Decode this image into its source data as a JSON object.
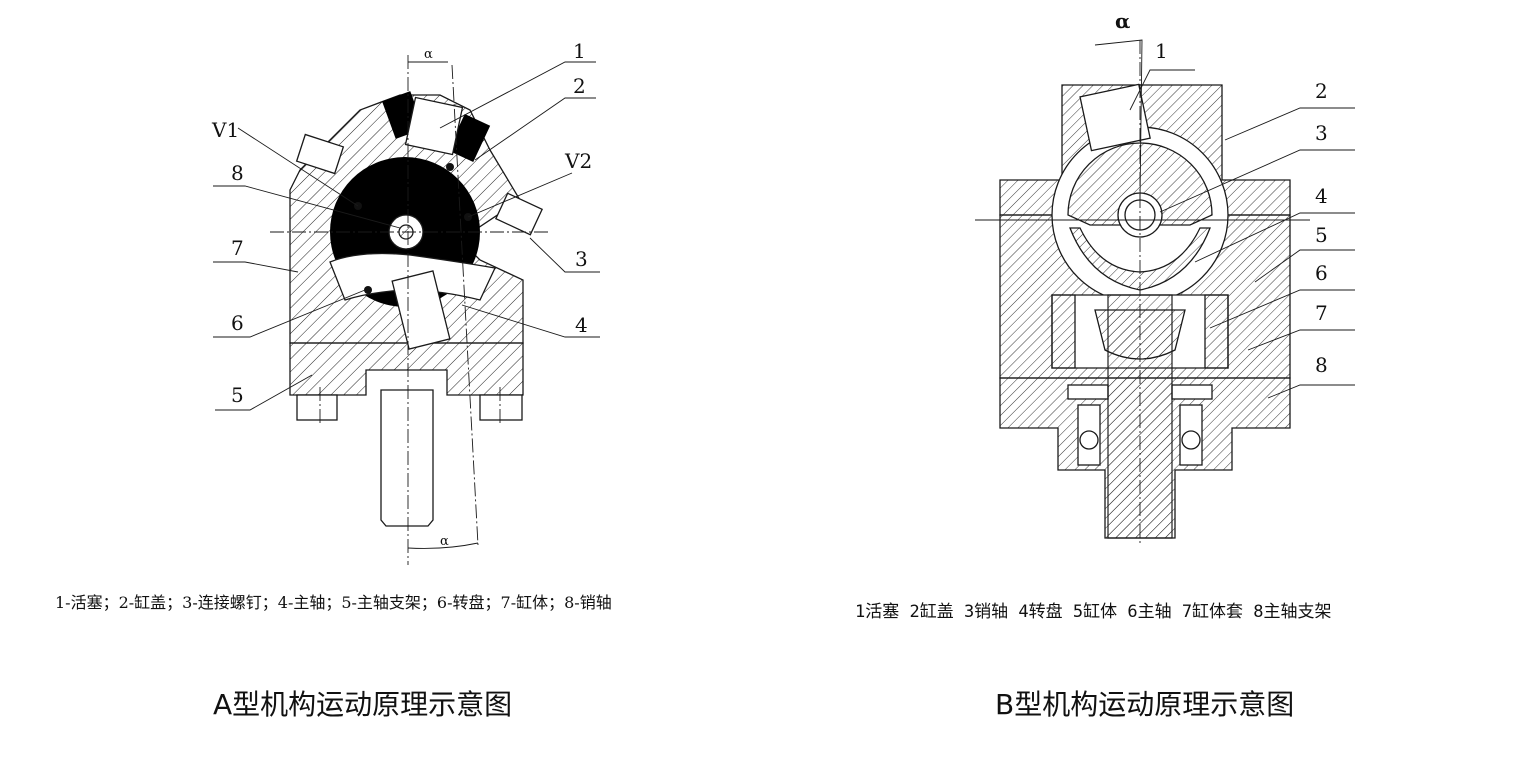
{
  "diagram_a": {
    "part_labels": [
      "1",
      "2",
      "3",
      "4",
      "5",
      "6",
      "7",
      "8"
    ],
    "volume_labels": [
      "V1",
      "V2"
    ],
    "angle_label": "α",
    "legend": "1-活塞；2-缸盖；3-连接螺钉；4-主轴；5-主轴支架；6-转盘；7-缸体；8-销轴",
    "caption": "A型机构运动原理示意图"
  },
  "diagram_b": {
    "part_labels": [
      "1",
      "2",
      "3",
      "4",
      "5",
      "6",
      "7",
      "8"
    ],
    "angle_label": "α",
    "legend": "1活塞 2缸盖 3销轴 4转盘 5缸体 6主轴 7缸体套 8主轴支架",
    "caption": "B型机构运动原理示意图"
  }
}
